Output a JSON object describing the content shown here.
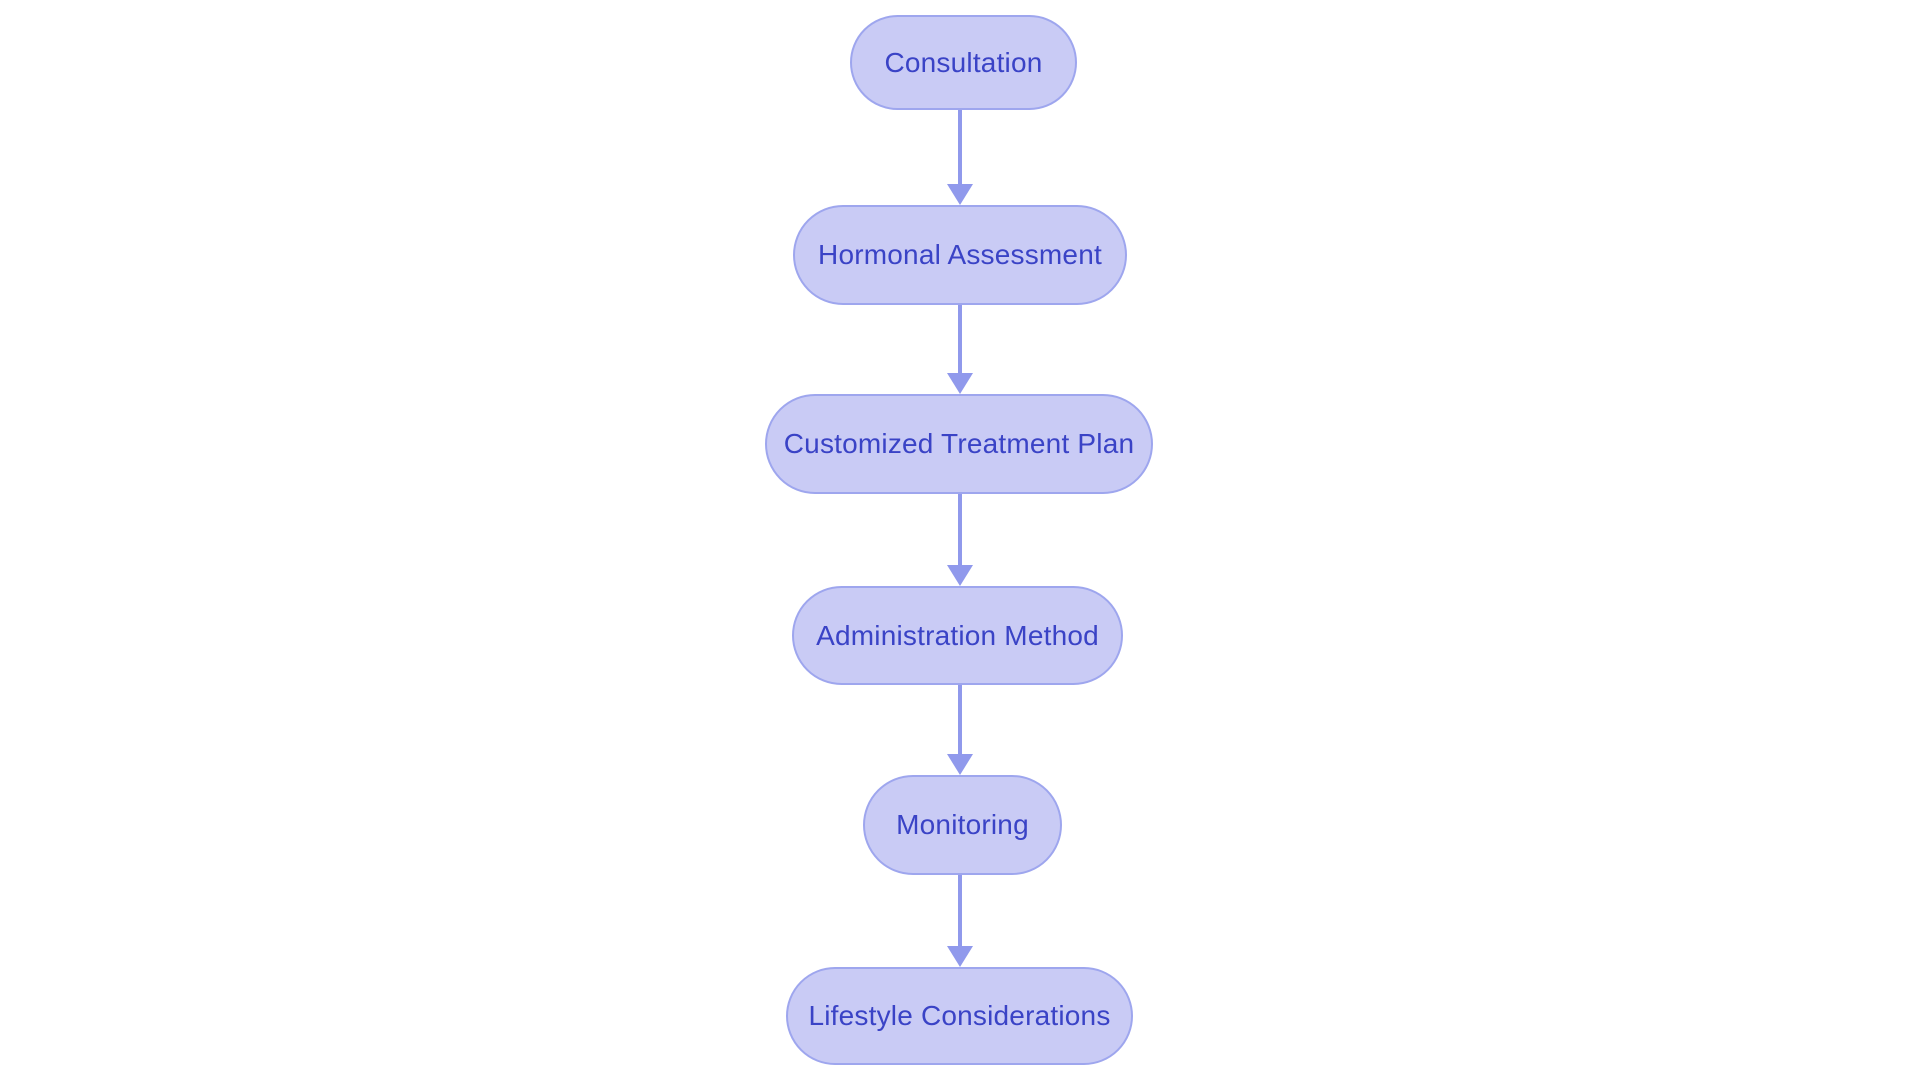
{
  "diagram": {
    "type": "flowchart",
    "direction": "top-down",
    "theme": {
      "background": "#ffffff",
      "node-fill": "#c9cbf5",
      "node-border": "#9ea6ee",
      "node-text": "#3a43c6",
      "arrow": "#9099ec"
    },
    "nodes": [
      {
        "id": "consultation",
        "label": "Consultation"
      },
      {
        "id": "hormonal-assessment",
        "label": "Hormonal Assessment"
      },
      {
        "id": "customized-treatment-plan",
        "label": "Customized Treatment Plan"
      },
      {
        "id": "administration-method",
        "label": "Administration Method"
      },
      {
        "id": "monitoring",
        "label": "Monitoring"
      },
      {
        "id": "lifestyle-considerations",
        "label": "Lifestyle Considerations"
      }
    ],
    "edges": [
      {
        "from": "consultation",
        "to": "hormonal-assessment"
      },
      {
        "from": "hormonal-assessment",
        "to": "customized-treatment-plan"
      },
      {
        "from": "customized-treatment-plan",
        "to": "administration-method"
      },
      {
        "from": "administration-method",
        "to": "monitoring"
      },
      {
        "from": "monitoring",
        "to": "lifestyle-considerations"
      }
    ]
  }
}
